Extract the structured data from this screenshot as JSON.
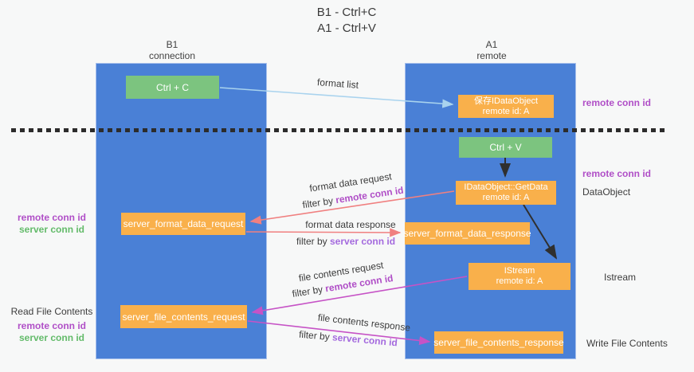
{
  "title": {
    "line1": "B1 - Ctrl+C",
    "line2": "A1 - Ctrl+V"
  },
  "lanes": {
    "left": {
      "title": "B1",
      "subtitle": "connection"
    },
    "right": {
      "title": "A1",
      "subtitle": "remote"
    }
  },
  "boxes": {
    "ctrl_c": {
      "label": "Ctrl + C"
    },
    "ctrl_v": {
      "label": "Ctrl + V"
    },
    "save_dataobject": {
      "line1": "保存IDataObject",
      "line2": "remote id: A"
    },
    "getdata": {
      "line1": "IDataObject::GetData",
      "line2": "remote id: A"
    },
    "istream": {
      "line1": "IStream",
      "line2": "remote id: A"
    },
    "server_format_data_request": {
      "label": "server_format_data_request"
    },
    "server_format_data_response": {
      "label": "server_format_data_response"
    },
    "server_file_contents_request": {
      "label": "server_file_contents_request"
    },
    "server_file_contents_response": {
      "label": "server_file_contents_response"
    }
  },
  "captions": {
    "format_list": "format list",
    "format_data_request": "format data request",
    "format_data_response": "format data response",
    "file_contents_request": "file contents request",
    "file_contents_response": "file contents response",
    "filter_by": "filter by"
  },
  "labels": {
    "remote_conn_id": "remote conn id",
    "server_conn_id": "server conn id",
    "dataobject": "DataObject",
    "istream": "Istream",
    "read_file_contents": "Read File Contents",
    "write_file_contents": "Write File Contents"
  },
  "colors": {
    "lane_blue": "#4a80d6",
    "box_green": "#7cc47f",
    "box_orange": "#f9b04b",
    "arrow_light_blue": "#a9d3ee",
    "arrow_red": "#f08080",
    "arrow_magenta": "#c653c6",
    "arrow_black": "#2f2f2f",
    "label_purple": "#b04fc7",
    "label_green": "#63bb6a",
    "label_server_purple": "#a46ade"
  }
}
